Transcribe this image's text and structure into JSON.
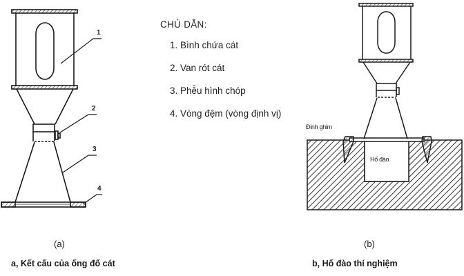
{
  "legend": {
    "title": "CHÚ DẪN:",
    "items": [
      "1. Bình chứa cát",
      "2. Van rót cát",
      "3. Phễu hình chóp",
      "4. Vòng đệm (vòng định vị)"
    ]
  },
  "figure_a": {
    "callouts": [
      "1",
      "2",
      "3",
      "4"
    ],
    "label": "(a)",
    "caption": "a, Kết cấu của ống đổ cát"
  },
  "figure_b": {
    "pin_label": "Đinh ghim",
    "hole_label": "Hố đào",
    "label": "(b)",
    "caption": "b, Hố đào thí nghiệm"
  },
  "colors": {
    "line": "#1a1a1a",
    "hatch": "#333333",
    "background": "#ffffff"
  }
}
